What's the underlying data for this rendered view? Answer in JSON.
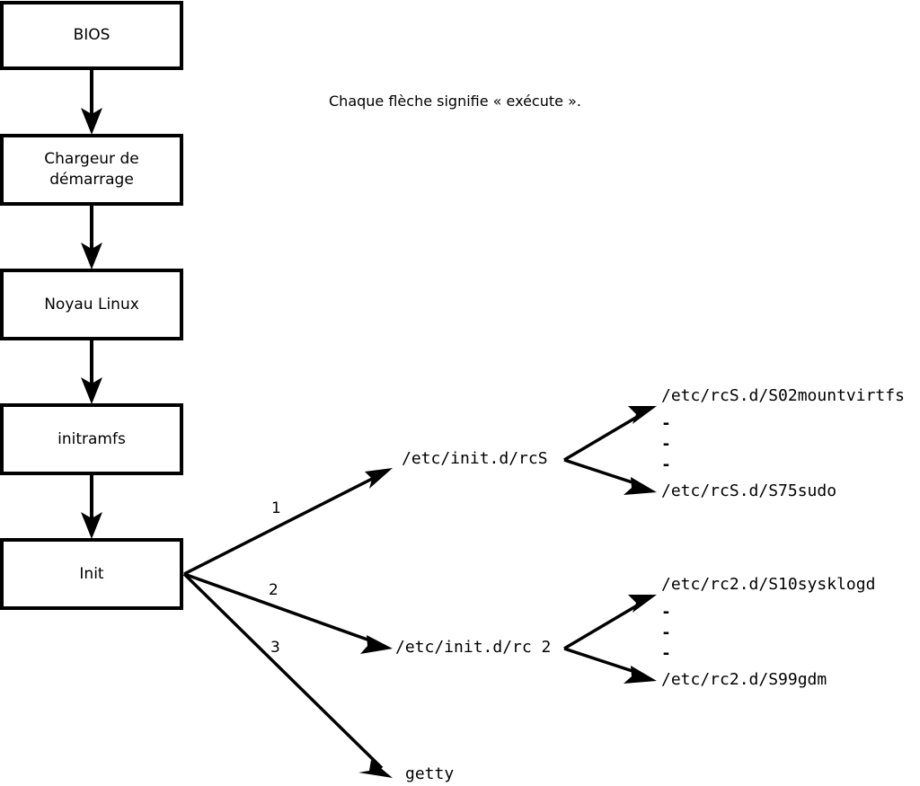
{
  "note": {
    "text": "Chaque flèche signifie « exécute »."
  },
  "boot_chain": {
    "boxes": [
      {
        "id": "bios",
        "label": "BIOS"
      },
      {
        "id": "bootloader",
        "label": "Chargeur de\ndémarrage"
      },
      {
        "id": "kernel",
        "label": "Noyau Linux"
      },
      {
        "id": "initramfs",
        "label": "initramfs"
      },
      {
        "id": "init",
        "label": "Init"
      }
    ]
  },
  "init_branches": [
    {
      "number": "1",
      "target": "/etc/init.d/rcS"
    },
    {
      "number": "2",
      "target": "/etc/init.d/rc 2"
    },
    {
      "number": "3",
      "target": "getty"
    }
  ],
  "rcs_scripts": {
    "first": "/etc/rcS.d/S02mountvirtfs",
    "ellipsis": [
      "-",
      "-",
      "-"
    ],
    "last": "/etc/rcS.d/S75sudo"
  },
  "rc2_scripts": {
    "first": "/etc/rc2.d/S10sysklogd",
    "ellipsis": [
      "-",
      "-",
      "-"
    ],
    "last": "/etc/rc2.d/S99gdm"
  },
  "colors": {
    "stroke": "#000000",
    "background": "#ffffff",
    "text": "#000000"
  }
}
